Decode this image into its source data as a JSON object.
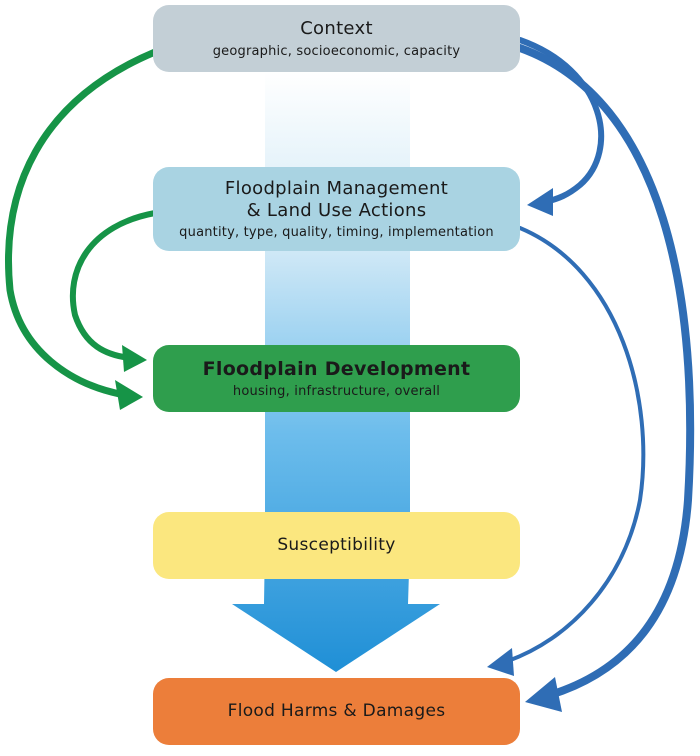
{
  "boxes": {
    "context": {
      "title": "Context",
      "subtitle": "geographic, socioeconomic, capacity"
    },
    "management": {
      "title_line1": "Floodplain Management",
      "title_line2": "& Land Use Actions",
      "subtitle": "quantity, type, quality, timing, implementation"
    },
    "development": {
      "title": "Floodplain Development",
      "subtitle": "housing, infrastructure, overall"
    },
    "susceptibility": {
      "title": "Susceptibility"
    },
    "harms": {
      "title": "Flood Harms & Damages"
    }
  },
  "colors": {
    "context": "#c3cfd6",
    "management": "#a9d3e2",
    "development": "#2f9e4d",
    "susceptibility": "#fbe77f",
    "harms": "#ec7e3a",
    "green_arrow": "#169447",
    "blue_arrow": "#2f6db5",
    "central_flow": "#1f8fd6"
  }
}
